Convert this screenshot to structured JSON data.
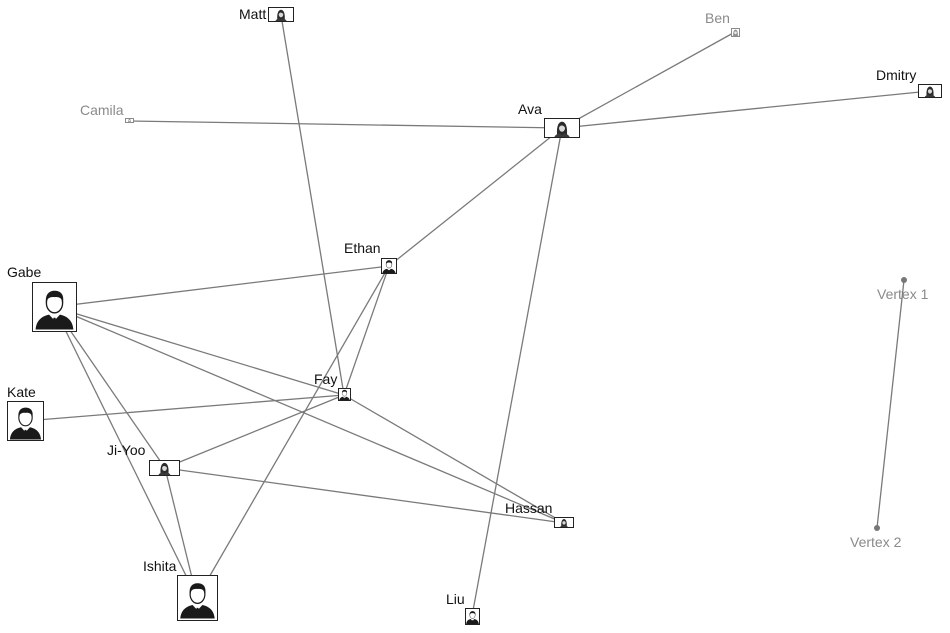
{
  "graph": {
    "nodes": [
      {
        "id": "matt",
        "label": "Matt",
        "kind": "photo",
        "photo": "woman",
        "muted": false
      },
      {
        "id": "ben",
        "label": "Ben",
        "kind": "photo",
        "photo": "woman",
        "muted": true
      },
      {
        "id": "dmitry",
        "label": "Dmitry",
        "kind": "photo",
        "photo": "woman",
        "muted": false
      },
      {
        "id": "camila",
        "label": "Camila",
        "kind": "photo",
        "photo": "woman",
        "muted": true
      },
      {
        "id": "ava",
        "label": "Ava",
        "kind": "photo",
        "photo": "woman",
        "muted": false
      },
      {
        "id": "ethan",
        "label": "Ethan",
        "kind": "photo",
        "photo": "man",
        "muted": false
      },
      {
        "id": "gabe",
        "label": "Gabe",
        "kind": "photo",
        "photo": "man",
        "muted": false
      },
      {
        "id": "fay",
        "label": "Fay",
        "kind": "photo",
        "photo": "man",
        "muted": false
      },
      {
        "id": "kate",
        "label": "Kate",
        "kind": "photo",
        "photo": "man",
        "muted": false
      },
      {
        "id": "jiyoo",
        "label": "Ji-Yoo",
        "kind": "photo",
        "photo": "woman",
        "muted": false
      },
      {
        "id": "hassan",
        "label": "Hassan",
        "kind": "photo",
        "photo": "woman",
        "muted": false
      },
      {
        "id": "ishita",
        "label": "Ishita",
        "kind": "photo",
        "photo": "man",
        "muted": false
      },
      {
        "id": "liu",
        "label": "Liu",
        "kind": "photo",
        "photo": "man",
        "muted": false
      },
      {
        "id": "vertex1",
        "label": "Vertex 1",
        "kind": "dot",
        "muted": true
      },
      {
        "id": "vertex2",
        "label": "Vertex 2",
        "kind": "dot",
        "muted": true
      }
    ],
    "edges": [
      {
        "source": "camila",
        "target": "ava"
      },
      {
        "source": "ava",
        "target": "ben"
      },
      {
        "source": "ava",
        "target": "dmitry"
      },
      {
        "source": "ava",
        "target": "ethan"
      },
      {
        "source": "ava",
        "target": "liu"
      },
      {
        "source": "matt",
        "target": "fay"
      },
      {
        "source": "gabe",
        "target": "ethan"
      },
      {
        "source": "gabe",
        "target": "fay"
      },
      {
        "source": "gabe",
        "target": "hassan"
      },
      {
        "source": "gabe",
        "target": "jiyoo"
      },
      {
        "source": "gabe",
        "target": "ishita"
      },
      {
        "source": "ethan",
        "target": "fay"
      },
      {
        "source": "ethan",
        "target": "ishita"
      },
      {
        "source": "kate",
        "target": "fay"
      },
      {
        "source": "fay",
        "target": "jiyoo"
      },
      {
        "source": "fay",
        "target": "hassan"
      },
      {
        "source": "jiyoo",
        "target": "hassan"
      },
      {
        "source": "jiyoo",
        "target": "ishita"
      },
      {
        "source": "vertex1",
        "target": "vertex2"
      }
    ]
  },
  "colors": {
    "edge": "#7a7a7a",
    "label": "#111111",
    "muted_label": "#8a8a8a",
    "silhouette": "#1a1a1a",
    "background": "#ffffff"
  }
}
